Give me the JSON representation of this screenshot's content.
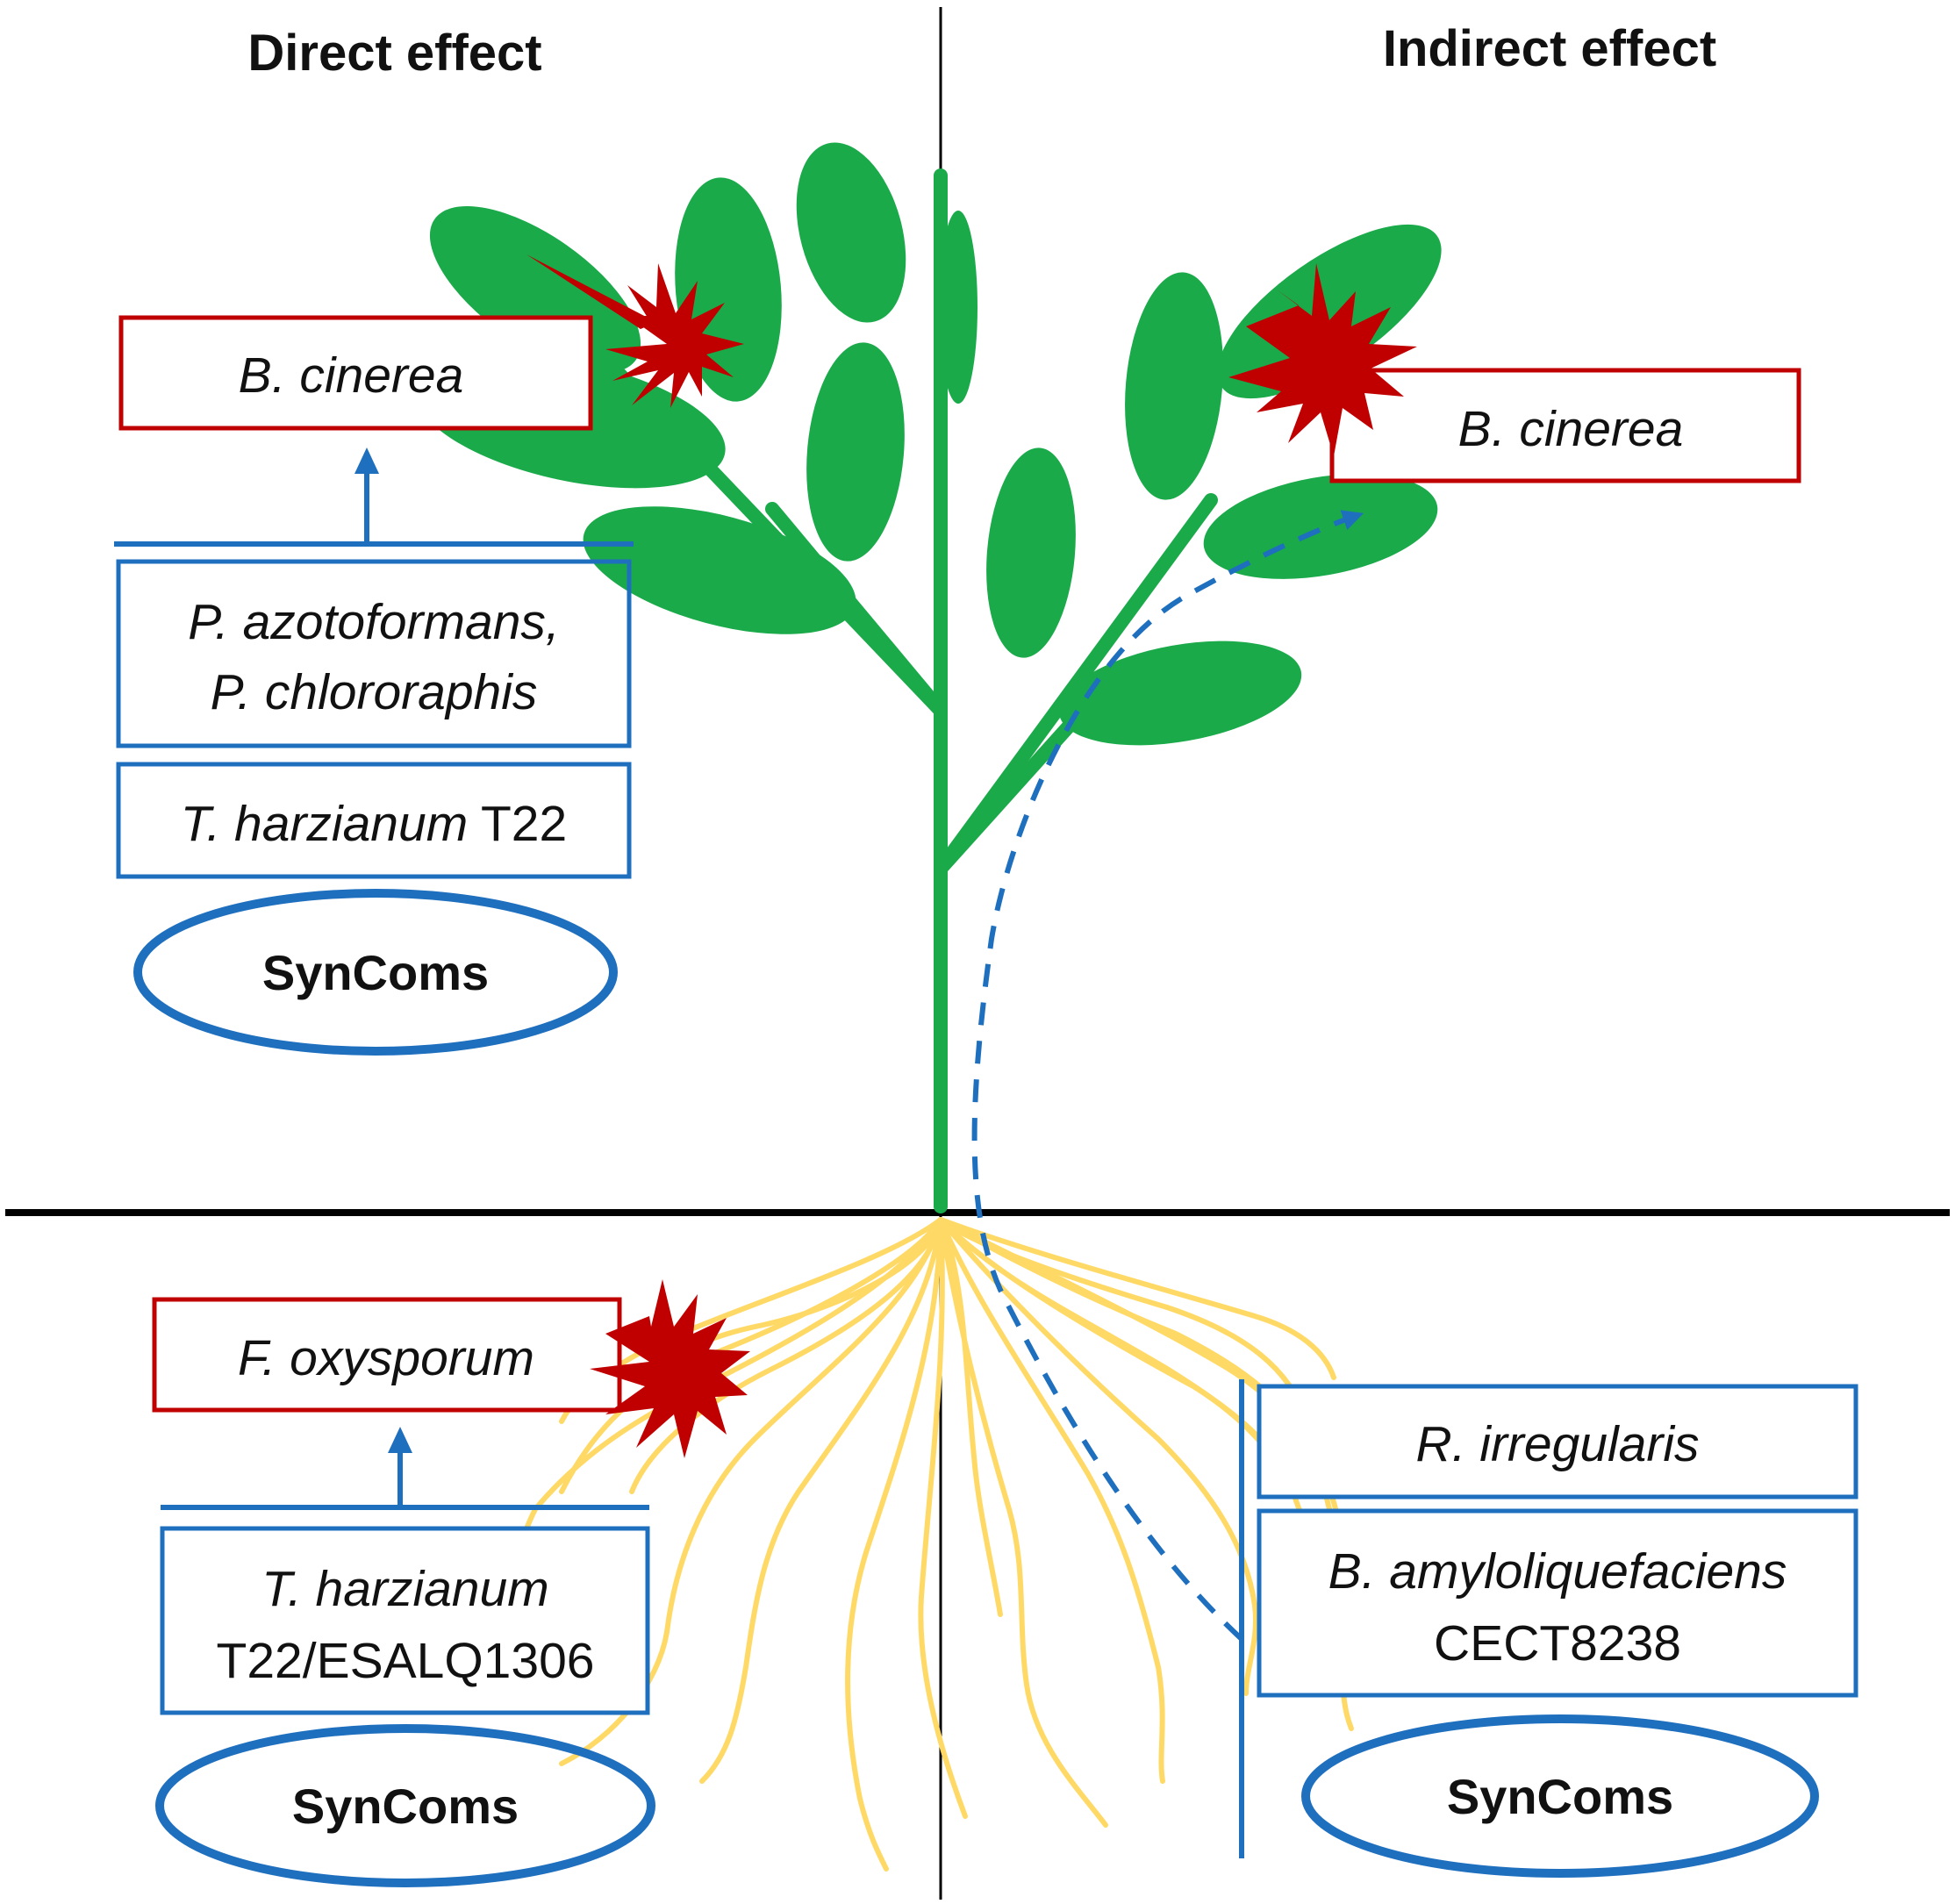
{
  "headings": {
    "direct": "Direct effect",
    "indirect": "Indirect effect"
  },
  "direct_shoot": {
    "pathogen": "B. cinerea",
    "agent_line1": "P. azotoformans,",
    "agent_line2": "P. chlororaphis",
    "agent2_italic": "T. harzianum",
    "agent2_strain": "T22",
    "syncoms": "SynComs"
  },
  "direct_root": {
    "pathogen": "F. oxysporum",
    "agent_line1": "T. harzianum",
    "agent_line2": "T22/ESALQ1306",
    "syncoms": "SynComs"
  },
  "indirect_shoot": {
    "pathogen": "B. cinerea"
  },
  "indirect_root": {
    "agent1": "R. irregularis",
    "agent2_line1": "B. amyloliquefaciens",
    "agent2_line2": "CECT8238",
    "syncoms": "SynComs"
  },
  "colors": {
    "pathogen_red": "#c00000",
    "beneficial_blue": "#1f6fbf",
    "plant_green": "#1aaa4a",
    "root_yellow": "#ffd966",
    "axis_black": "#000000"
  },
  "icons": {
    "infection_marker": "red-starburst-icon",
    "effect_arrow": "blue-arrow-icon"
  }
}
